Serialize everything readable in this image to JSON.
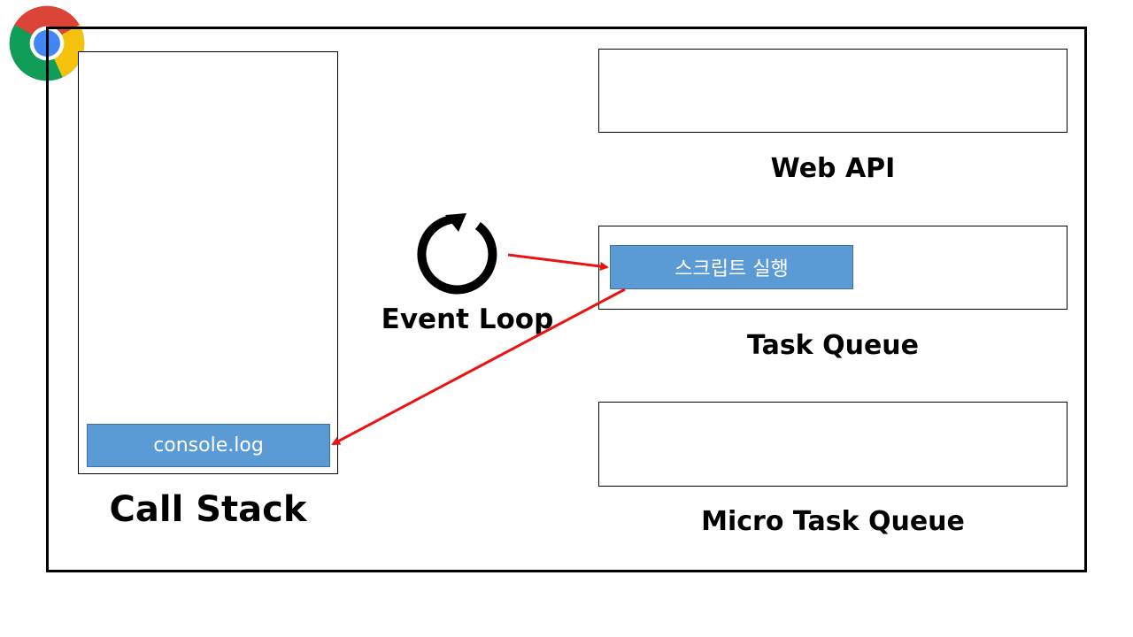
{
  "call_stack": {
    "label": "Call Stack",
    "items": [
      "console.log"
    ]
  },
  "web_api": {
    "label": "Web API"
  },
  "task_queue": {
    "label": "Task Queue",
    "items": [
      "스크립트 실행"
    ]
  },
  "micro_task_queue": {
    "label": "Micro Task Queue"
  },
  "event_loop": {
    "label": "Event Loop"
  },
  "colors": {
    "chip_fill": "#5b9bd5",
    "chip_border": "#41719c",
    "arrow": "#e81313",
    "chrome_red": "#db4437",
    "chrome_yellow": "#f4c20d",
    "chrome_green": "#0f9d58",
    "chrome_blue": "#4285f4"
  },
  "icons": [
    "chrome-logo-icon",
    "refresh-loop-icon"
  ]
}
